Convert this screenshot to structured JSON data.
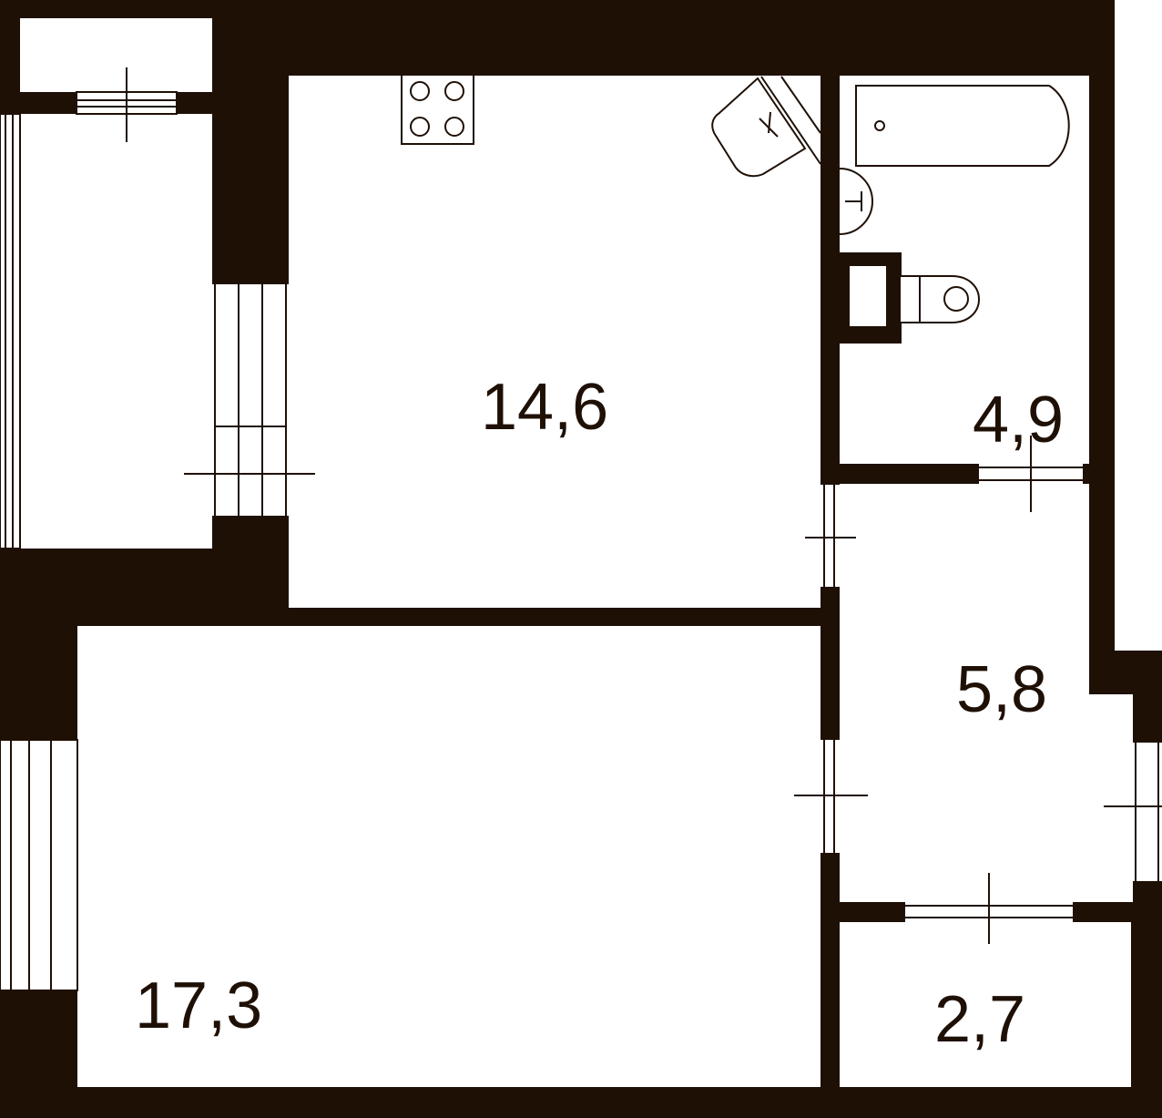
{
  "colors": {
    "wall": "#1f1006",
    "floor": "#ffffff",
    "line": "#1f1006"
  },
  "rooms": {
    "kitchen": {
      "area": "14,6"
    },
    "bathroom": {
      "area": "4,9"
    },
    "hall": {
      "area": "5,8"
    },
    "living_room": {
      "area": "17,3"
    },
    "storage": {
      "area": "2,7"
    }
  }
}
